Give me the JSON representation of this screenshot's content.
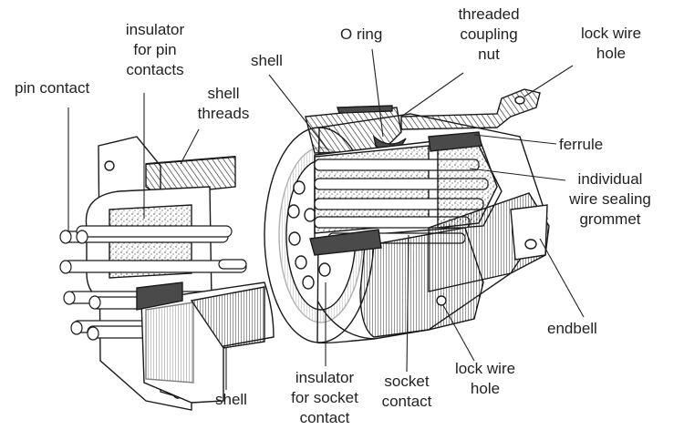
{
  "colors": {
    "ink": "#1a1a1a",
    "leader": "#222222",
    "body_fill": "#ffffff",
    "hatch_grey": "#8a8a8a",
    "dark_section": "#4a4a4a",
    "stipple": "#6a6a6a"
  },
  "labels": {
    "pin_contact": "pin contact",
    "insulator_pin_1": "insulator",
    "insulator_pin_2": "for pin",
    "insulator_pin_3": "contacts",
    "shell_threads_1": "shell",
    "shell_threads_2": "threads",
    "shell_top": "shell",
    "o_ring": "O ring",
    "threaded_nut_1": "threaded",
    "threaded_nut_2": "coupling",
    "threaded_nut_3": "nut",
    "lock_wire_top_1": "lock wire",
    "lock_wire_top_2": "hole",
    "ferrule": "ferrule",
    "grommet_1": "individual",
    "grommet_2": "wire sealing",
    "grommet_3": "grommet",
    "endbell": "endbell",
    "lock_wire_bottom_1": "lock wire",
    "lock_wire_bottom_2": "hole",
    "socket_contact_1": "socket",
    "socket_contact_2": "contact",
    "insulator_socket_1": "insulator",
    "insulator_socket_2": "for socket",
    "insulator_socket_3": "contact",
    "shell_bottom": "shell"
  }
}
